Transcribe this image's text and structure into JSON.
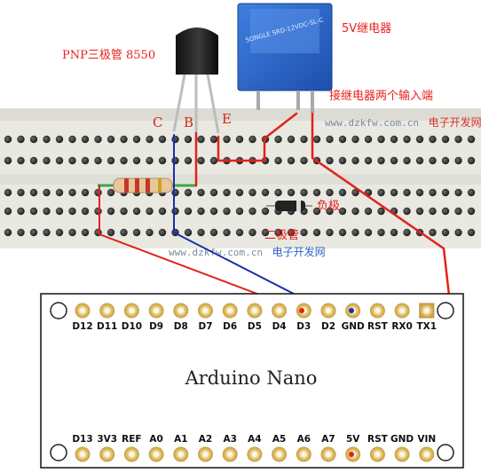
{
  "labels": {
    "transistor": "PNP三极管 8550",
    "relay": "5V继电器",
    "relay_inputs": "接继电器两个输入端",
    "pin_c": "C",
    "pin_b": "B",
    "pin_e": "E",
    "negative": "负极",
    "diode": "二极管",
    "board": "Arduino Nano"
  },
  "watermarks": [
    {
      "url": "www.dzkfw.com.cn",
      "name": "电子开发网"
    },
    {
      "url": "www.dzkfw.com.cn",
      "name": "电子开发网"
    }
  ],
  "relay_body_text": "SONGLE  SRD-12VDC-SL-C",
  "nano_top_pins": [
    "D12",
    "D11",
    "D10",
    "D9",
    "D8",
    "D7",
    "D6",
    "D5",
    "D4",
    "D3",
    "D2",
    "GND",
    "RST",
    "RX0",
    "TX1"
  ],
  "nano_bottom_pins": [
    "D13",
    "3V3",
    "REF",
    "A0",
    "A1",
    "A2",
    "A3",
    "A4",
    "A5",
    "A6",
    "A7",
    "5V",
    "RST",
    "GND",
    "VIN"
  ],
  "colors": {
    "wire_red": "#e2231a",
    "wire_blue": "#1a2fa8",
    "label_red": "#e8201c",
    "relay_blue": "#2a63c8",
    "breadboard": "#ecece6",
    "pad_gold": "#e7c56a"
  }
}
